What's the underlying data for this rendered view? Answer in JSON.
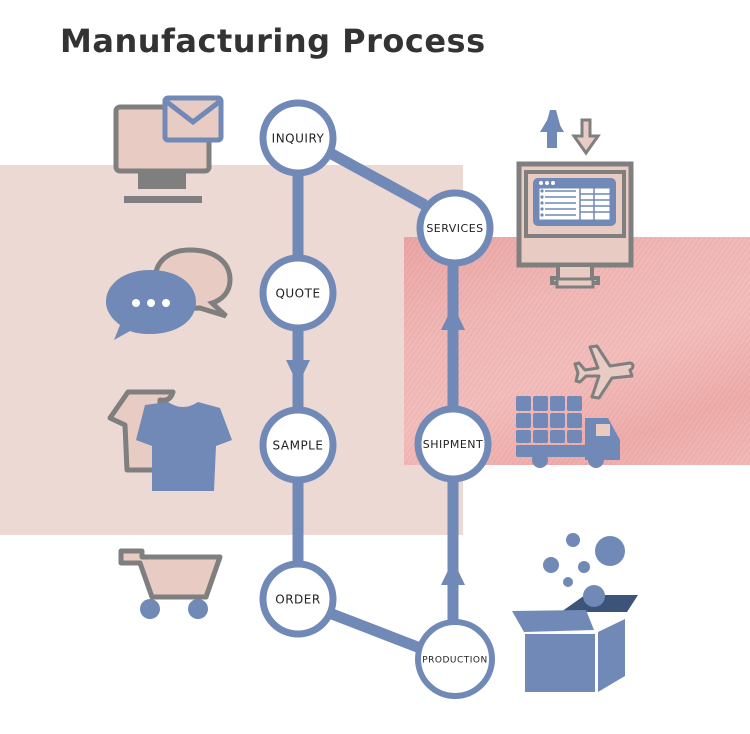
{
  "title": "Manufacturing Process",
  "colors": {
    "accent_blue": "#7089b6",
    "icon_gray": "#7f7f7f",
    "icon_pink": "#e8cbc3",
    "panel_left": "#ecd9d4",
    "panel_right": "#f0b2b0",
    "dark_blue": "#3d5479"
  },
  "steps": [
    {
      "id": "inquiry",
      "label": "INQUIRY",
      "icon": "computer-mail-icon"
    },
    {
      "id": "quote",
      "label": "QUOTE",
      "icon": "chat-bubbles-icon"
    },
    {
      "id": "sample",
      "label": "SAMPLE",
      "icon": "t-shirts-icon"
    },
    {
      "id": "order",
      "label": "ORDER",
      "icon": "shopping-cart-icon"
    },
    {
      "id": "production",
      "label": "PRODUCTION",
      "icon": "open-box-icon"
    },
    {
      "id": "shipment",
      "label": "SHIPMENT",
      "icon": "truck-airplane-icon"
    },
    {
      "id": "services",
      "label": "SERVICES",
      "icon": "monitor-upload-download-icon"
    }
  ]
}
